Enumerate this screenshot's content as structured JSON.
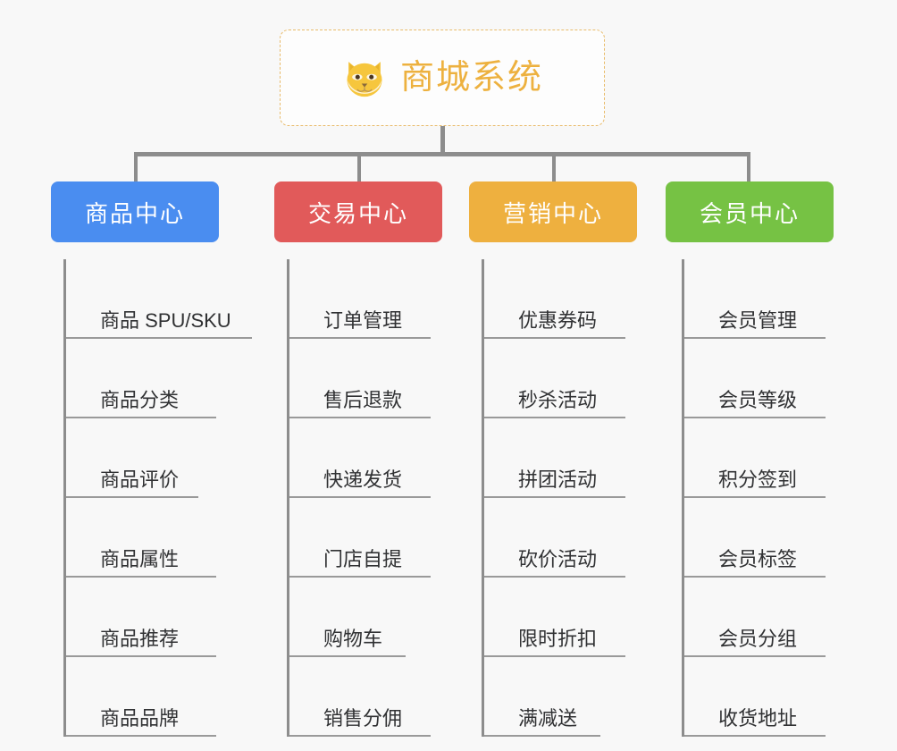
{
  "diagram": {
    "type": "mindmap-tree",
    "background_color": "#f8f8f8",
    "connector_color": "#8d8d8d",
    "root": {
      "title": "商城系统",
      "icon": "shiba-dog-icon",
      "border_color": "#e8bb6a",
      "text_color": "#edb13f",
      "border_style": "dashed"
    },
    "categories": [
      {
        "label": "商品中心",
        "color": "#4a8df0",
        "width": 188,
        "rule_widths": [
          208,
          168,
          148,
          168,
          168,
          168
        ],
        "items": [
          "商品 SPU/SKU",
          "商品分类",
          "商品评价",
          "商品属性",
          "商品推荐",
          "商品品牌"
        ]
      },
      {
        "label": "交易中心",
        "color": "#e15a5a",
        "width": 188,
        "rule_widths": [
          158,
          158,
          158,
          158,
          130,
          158
        ],
        "items": [
          "订单管理",
          "售后退款",
          "快递发货",
          "门店自提",
          "购物车",
          "销售分佣"
        ]
      },
      {
        "label": "营销中心",
        "color": "#eeb03f",
        "width": 188,
        "rule_widths": [
          158,
          158,
          158,
          158,
          158,
          130
        ],
        "items": [
          "优惠券码",
          "秒杀活动",
          "拼团活动",
          "砍价活动",
          "限时折扣",
          "满减送"
        ]
      },
      {
        "label": "会员中心",
        "color": "#76c244",
        "width": 188,
        "rule_widths": [
          158,
          158,
          158,
          158,
          158,
          158
        ],
        "items": [
          "会员管理",
          "会员等级",
          "积分签到",
          "会员标签",
          "会员分组",
          "收货地址"
        ]
      }
    ]
  }
}
